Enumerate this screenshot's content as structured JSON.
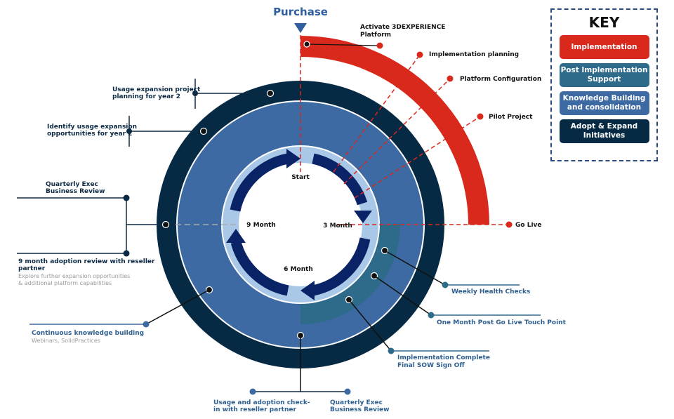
{
  "header": {
    "purchase": "Purchase"
  },
  "colors": {
    "implementation": "#d9291c",
    "post_support": "#2e6a8a",
    "knowledge": "#3d6aa3",
    "adopt": "#062a44",
    "inner_light": "#a9c8e8",
    "arrow": "#0a2366"
  },
  "wheel": {
    "start": "Start",
    "m3": "3 Month",
    "m6": "6 Month",
    "m9": "9 Month"
  },
  "implementation": {
    "activate": [
      "Activate 3DEXPERIENCE",
      "Platform"
    ],
    "planning": "Implementation planning",
    "config": "Platform Configuration",
    "pilot": "Pilot Project",
    "golive": "Go Live"
  },
  "post": {
    "weekly": "Weekly Health Checks",
    "one_month": "One Month Post Go Live Touch Point",
    "complete": [
      "Implementation Complete",
      "Final SOW Sign Off"
    ]
  },
  "left": {
    "usage_planning": [
      "Usage expansion project",
      "planning for year 2"
    ],
    "identify": [
      "Identify usage expansion",
      "opportunities for year 2"
    ],
    "qebr": [
      "Quarterly Exec",
      "Business Review"
    ],
    "nine_month": [
      "9 month adoption review with reseller",
      "partner"
    ],
    "explore": [
      "Explore further expansion opportunities",
      "& additional platform capabilities"
    ],
    "continuous": "Continuous knowledge building",
    "webinars": "Webinars, SolidPractices"
  },
  "bottom": {
    "usage_check": [
      "Usage and adoption check-",
      "in with reseller partner"
    ],
    "qebr": [
      "Quarterly Exec",
      "Business Review"
    ]
  },
  "key": {
    "title": "KEY",
    "items": [
      "Implementation",
      "Post Implementation Support",
      "Knowledge Building and consolidation",
      "Adopt & Expand Initiatives"
    ]
  }
}
